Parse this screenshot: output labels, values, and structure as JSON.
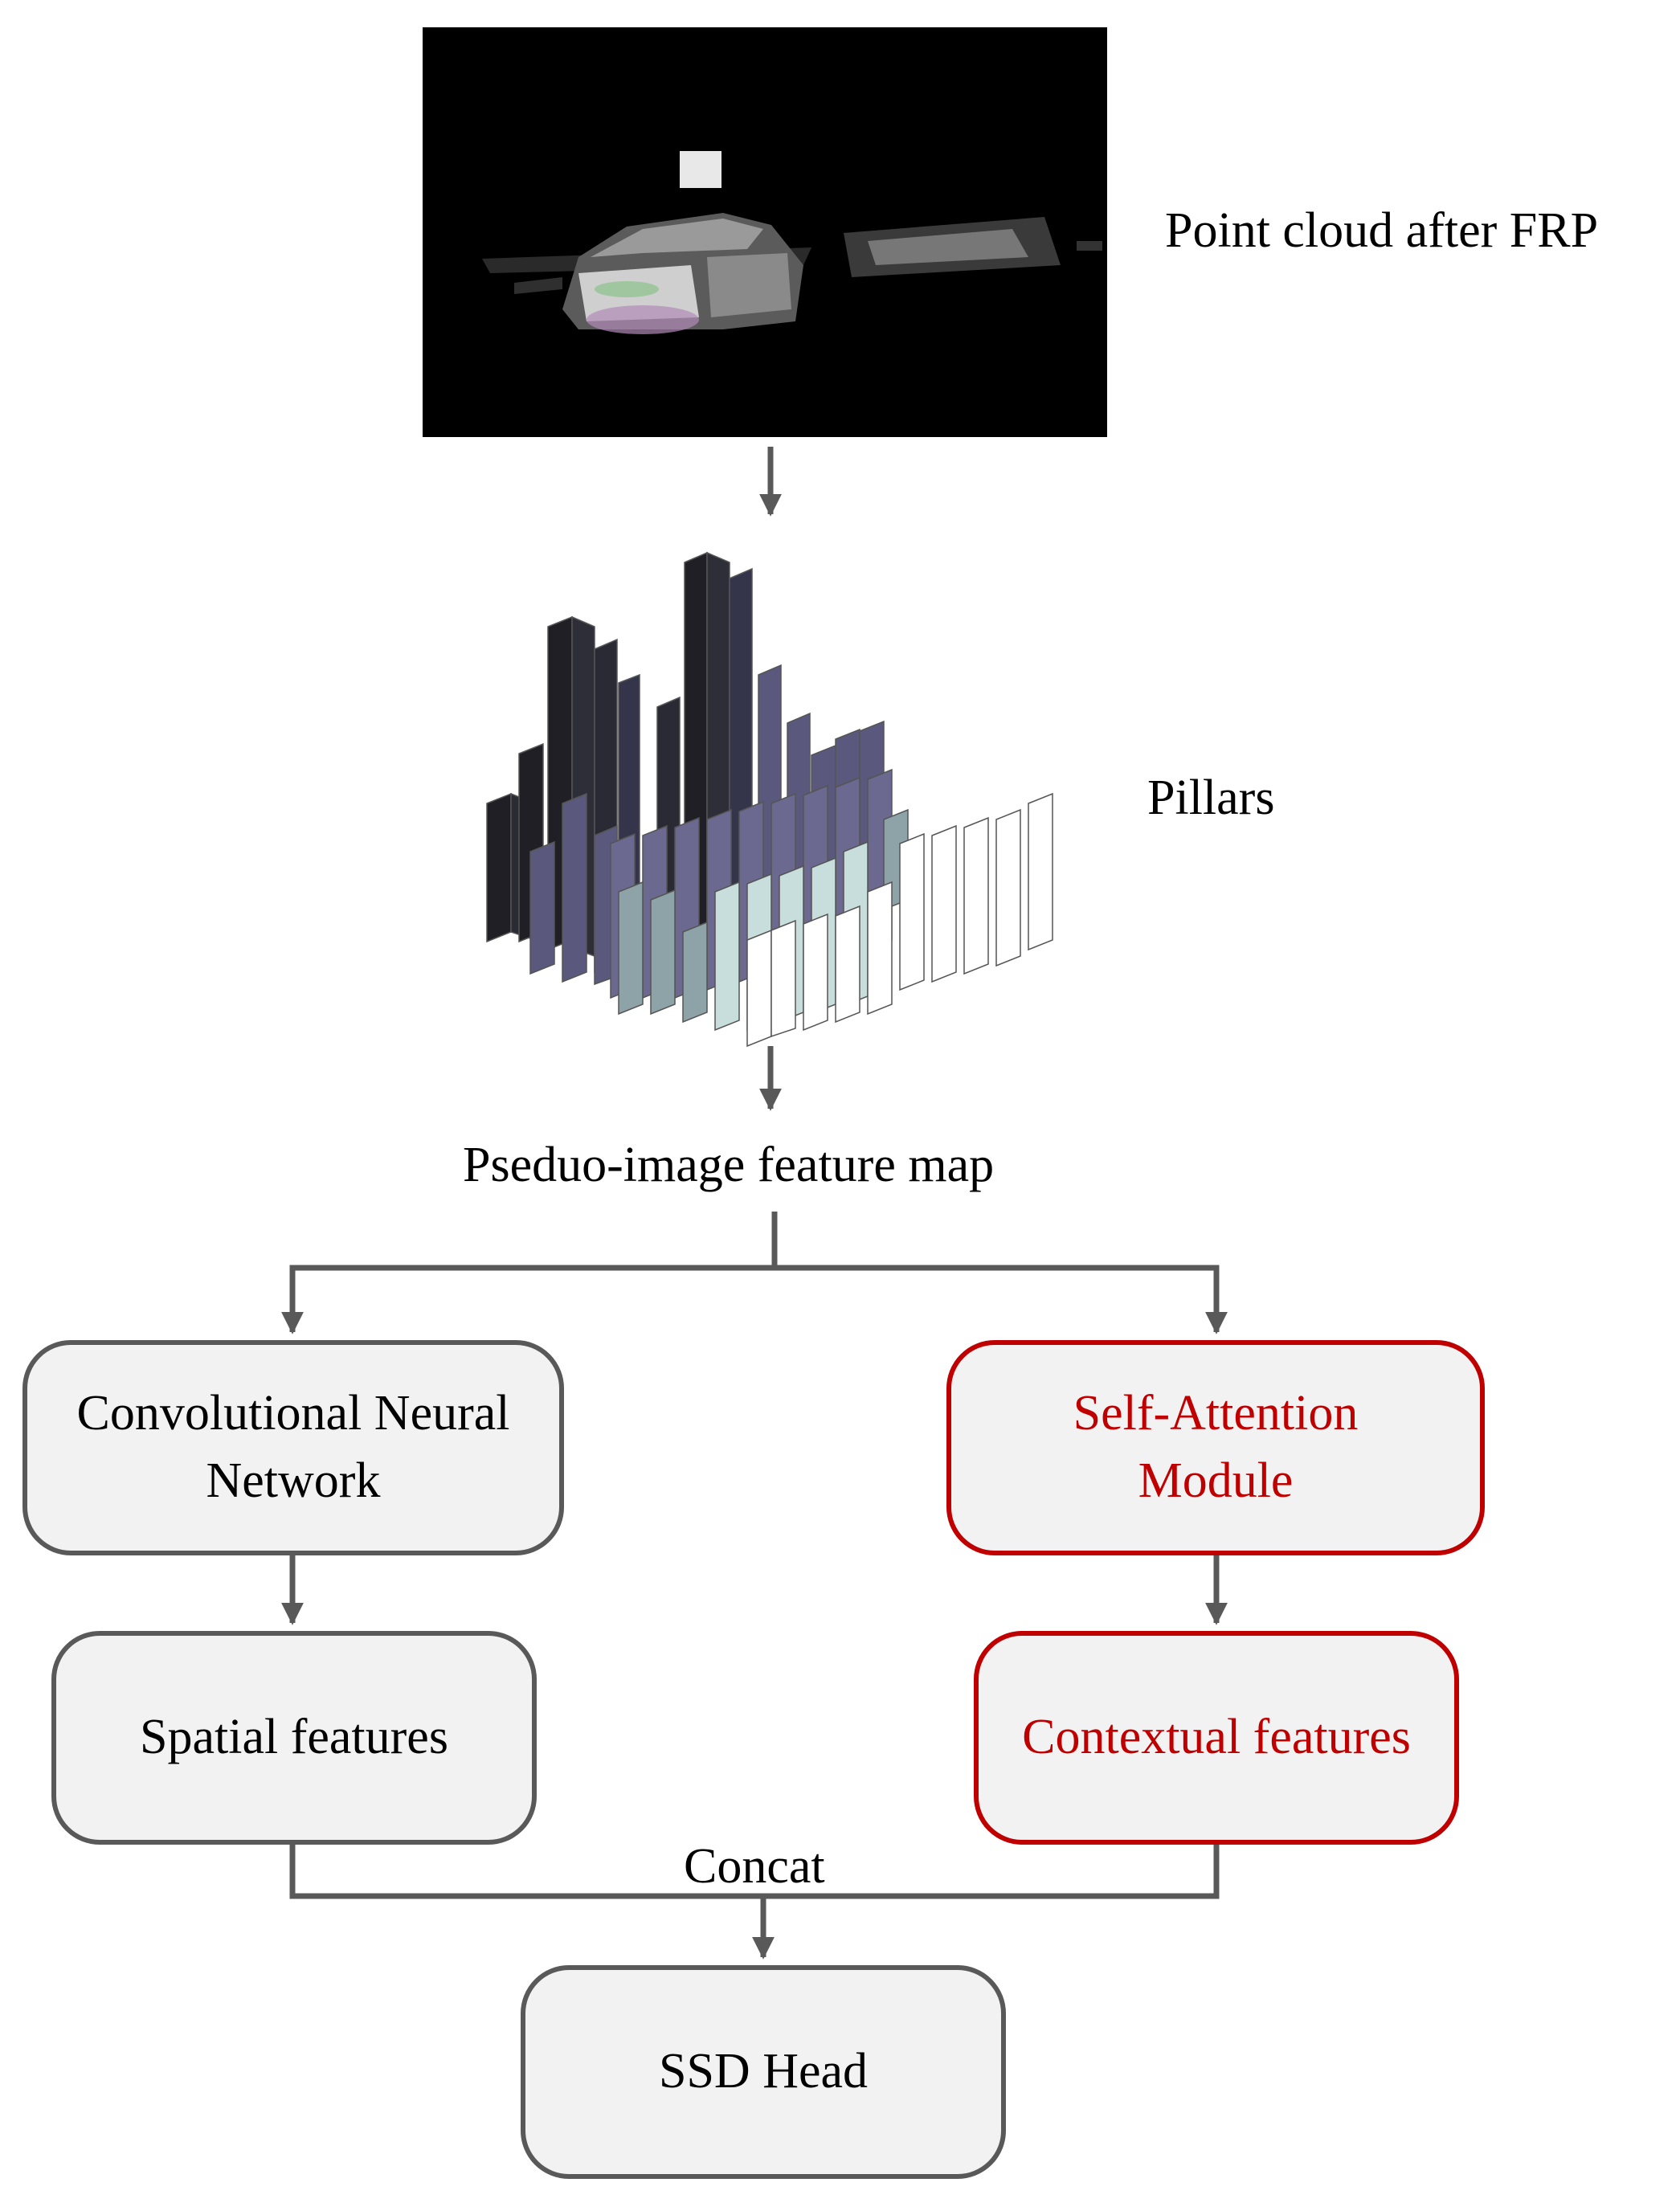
{
  "labels": {
    "point_cloud": "Point cloud after FRP",
    "pillars": "Pillars",
    "pseudo_image": "Pseduo-image feature map",
    "concat": "Concat"
  },
  "boxes": {
    "cnn": {
      "line1": "Convolutional Neural",
      "line2": "Network"
    },
    "self_attention": {
      "line1": "Self-Attention",
      "line2": "Module"
    },
    "spatial": "Spatial features",
    "contextual": "Contextual features",
    "ssd": "SSD Head"
  },
  "colors": {
    "arrow": "#595959",
    "box_fill": "#f2f2f2",
    "box_border": "#595959",
    "highlight": "#c00000",
    "point_cloud_bg": "#000000"
  }
}
